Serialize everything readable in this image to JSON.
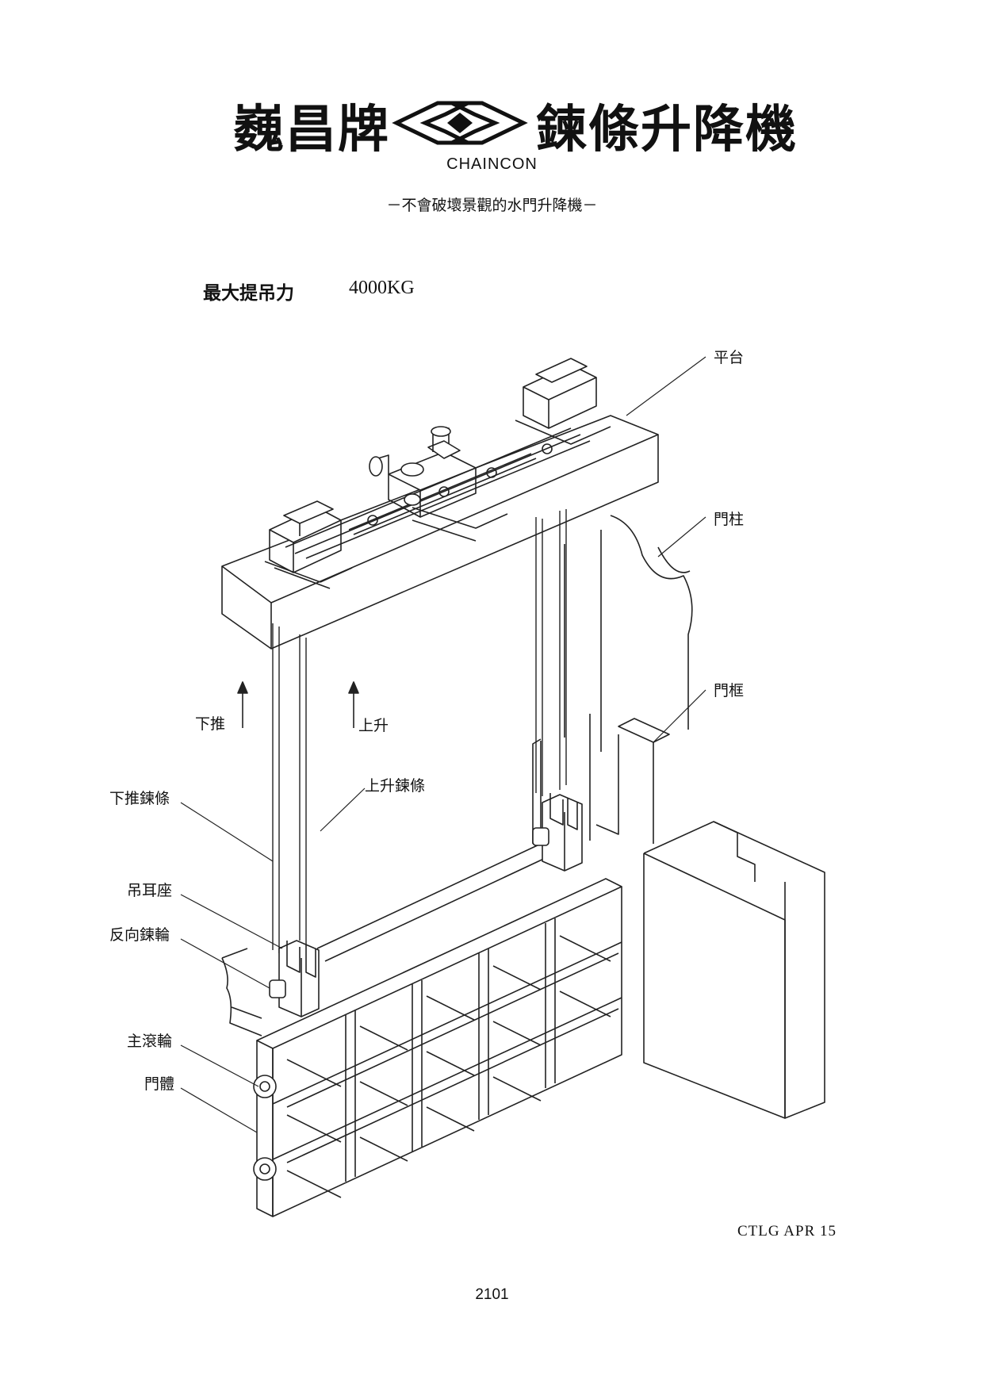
{
  "header": {
    "title_left": "巍昌牌",
    "title_right": "鍊條升降機",
    "logo_icon": "interlocking-diamond-logo",
    "brand_en": "CHAINCON",
    "slogan": "－不會破壞景觀的水門升降機－"
  },
  "spec": {
    "label": "最大提吊力",
    "value": "4000KG"
  },
  "diagram": {
    "labels": {
      "platform": "平台",
      "gate_pillar": "門柱",
      "gate_frame": "門框",
      "push_down": "下推",
      "lift_up": "上升",
      "lift_chain": "上升鍊條",
      "push_chain": "下推鍊條",
      "lifting_lug_seat": "吊耳座",
      "reverse_sprocket": "反向鍊輪",
      "main_roller": "主滾輪",
      "gate_body": "門體"
    }
  },
  "footer": {
    "code": "CTLG   APR 15",
    "page_number": "2101"
  }
}
